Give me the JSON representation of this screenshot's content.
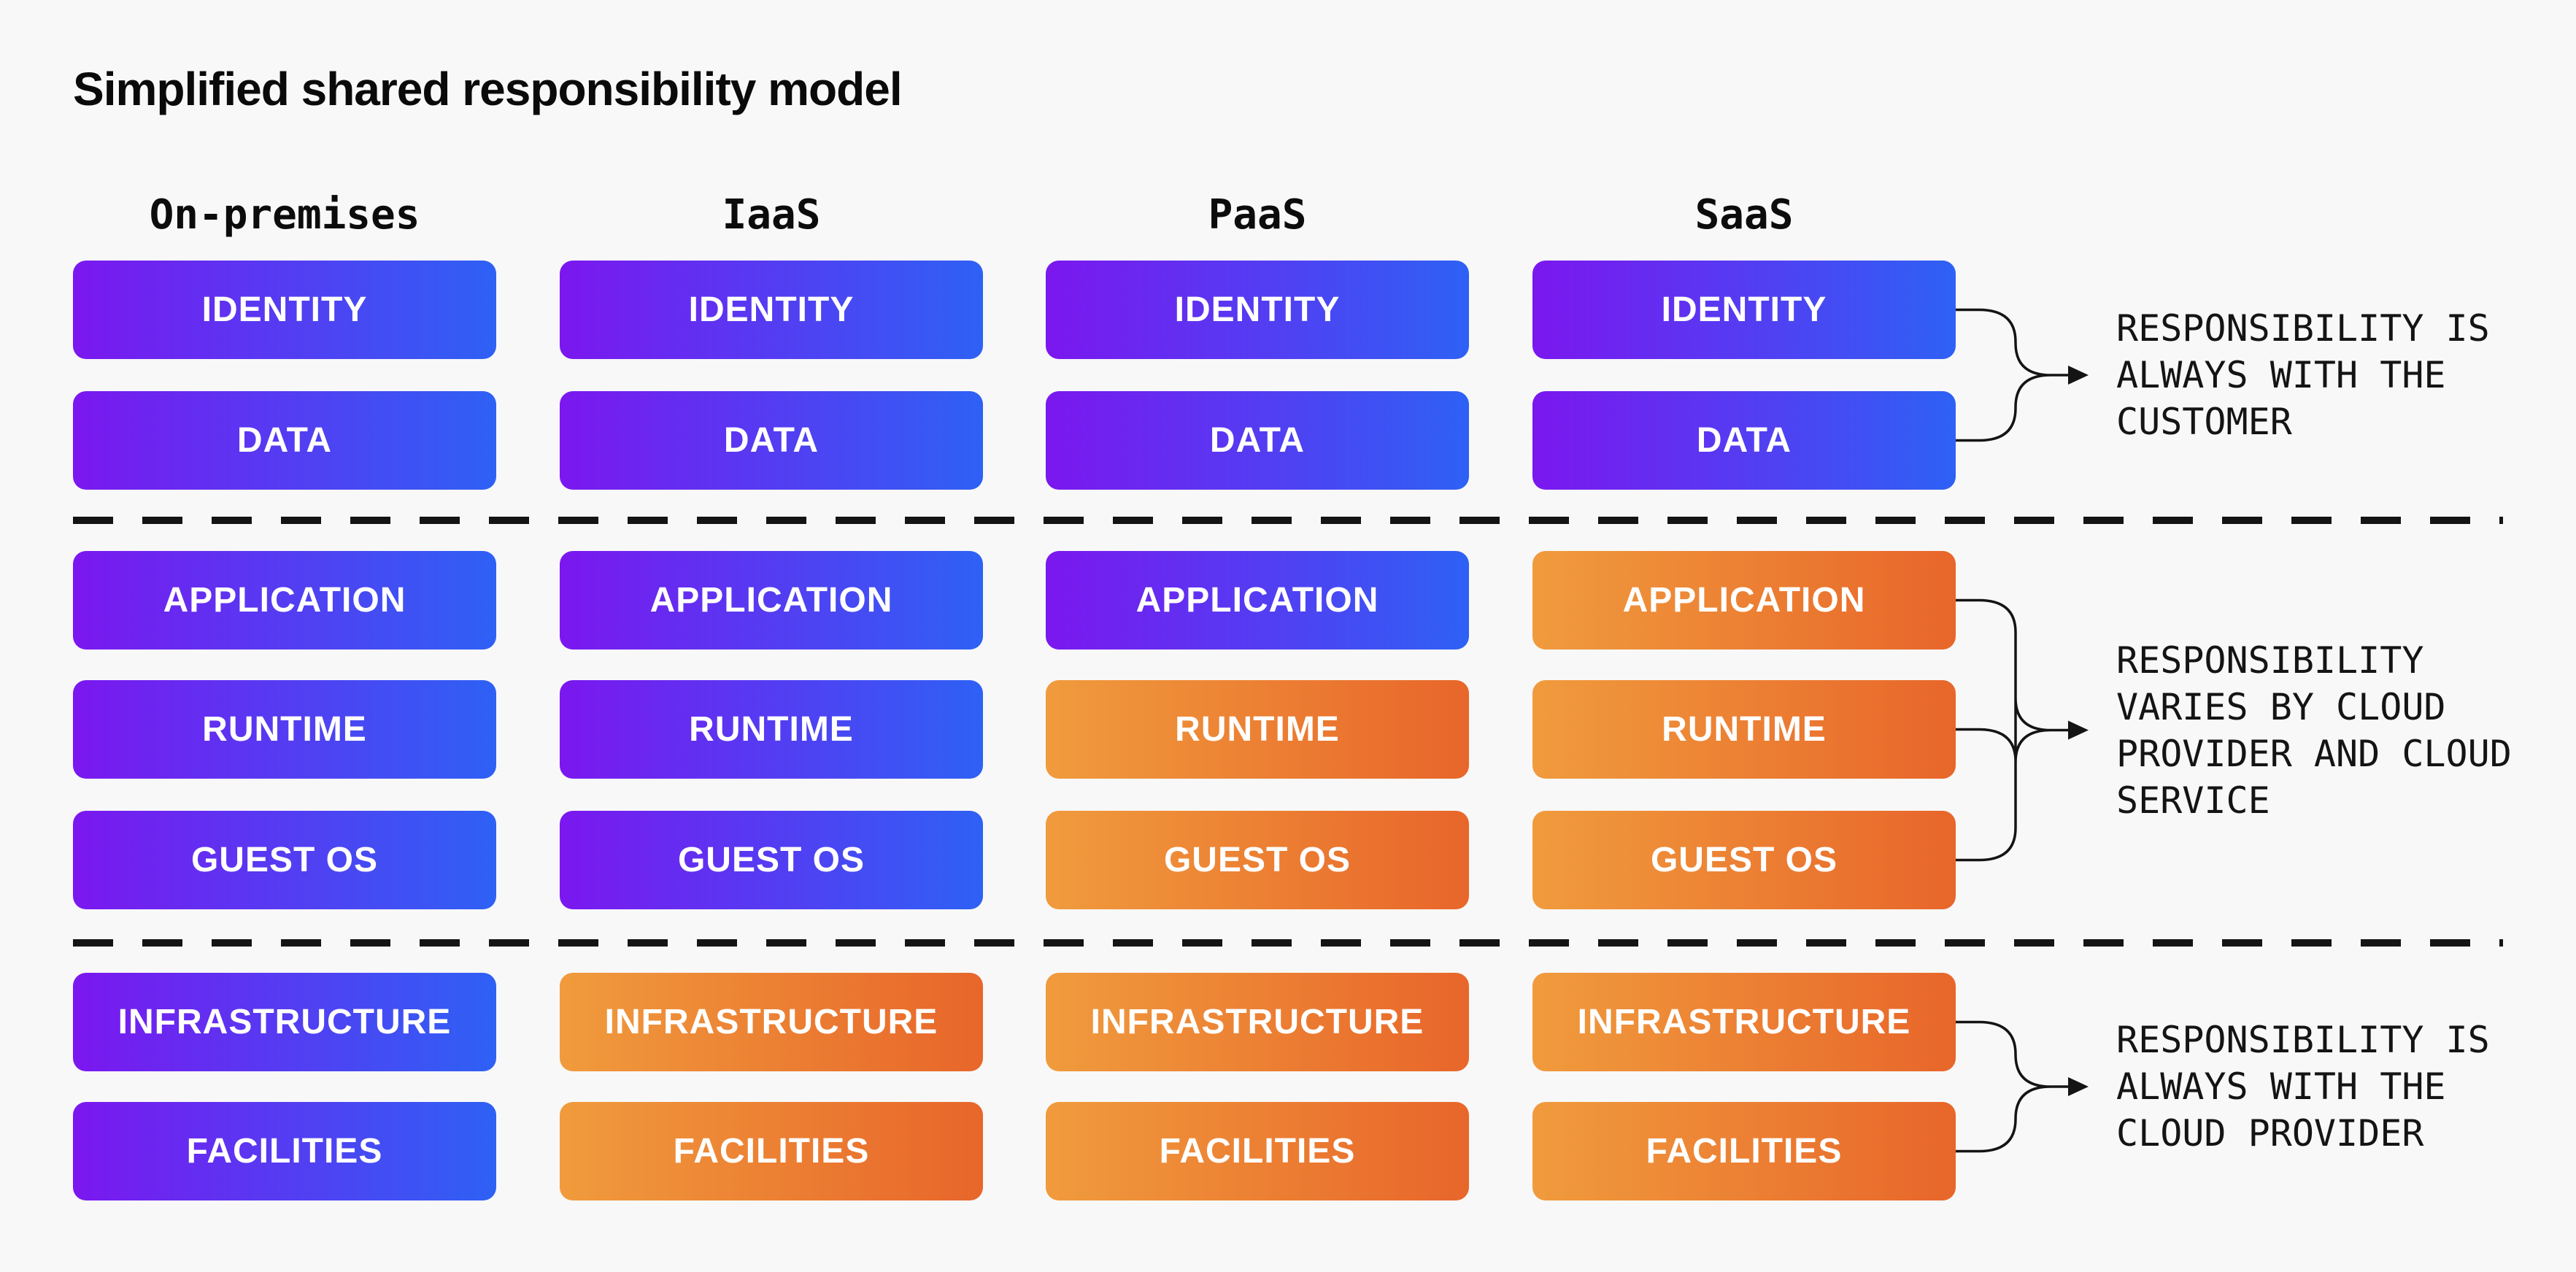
{
  "title": "Simplified shared responsibility model",
  "rows": [
    "IDENTITY",
    "DATA",
    "APPLICATION",
    "RUNTIME",
    "GUEST OS",
    "INFRASTRUCTURE",
    "FACILITIES"
  ],
  "columns": [
    {
      "label": "On-premises",
      "cells": [
        "customer",
        "customer",
        "customer",
        "customer",
        "customer",
        "customer",
        "customer"
      ]
    },
    {
      "label": "IaaS",
      "cells": [
        "customer",
        "customer",
        "customer",
        "customer",
        "customer",
        "provider",
        "provider"
      ]
    },
    {
      "label": "PaaS",
      "cells": [
        "customer",
        "customer",
        "customer",
        "provider",
        "provider",
        "provider",
        "provider"
      ]
    },
    {
      "label": "SaaS",
      "cells": [
        "customer",
        "customer",
        "provider",
        "provider",
        "provider",
        "provider",
        "provider"
      ]
    }
  ],
  "groups": [
    {
      "rows": [
        0,
        1
      ],
      "annotation": [
        "RESPONSIBILITY IS",
        "ALWAYS WITH THE",
        "CUSTOMER"
      ]
    },
    {
      "rows": [
        2,
        3,
        4
      ],
      "annotation": [
        "RESPONSIBILITY",
        "VARIES BY CLOUD",
        "PROVIDER AND CLOUD",
        "SERVICE"
      ]
    },
    {
      "rows": [
        5,
        6
      ],
      "annotation": [
        "RESPONSIBILITY IS",
        "ALWAYS WITH THE",
        "CLOUD PROVIDER"
      ]
    }
  ],
  "colors": {
    "background": "#f8f8f8",
    "customer_gradient_start": "#7b17ef",
    "customer_gradient_end": "#2e61f5",
    "provider_gradient_start": "#f09b3d",
    "provider_gradient_end": "#e8662a",
    "line": "#141414",
    "box_text": "#ffffff",
    "dark_text": "#0a0a0a"
  }
}
